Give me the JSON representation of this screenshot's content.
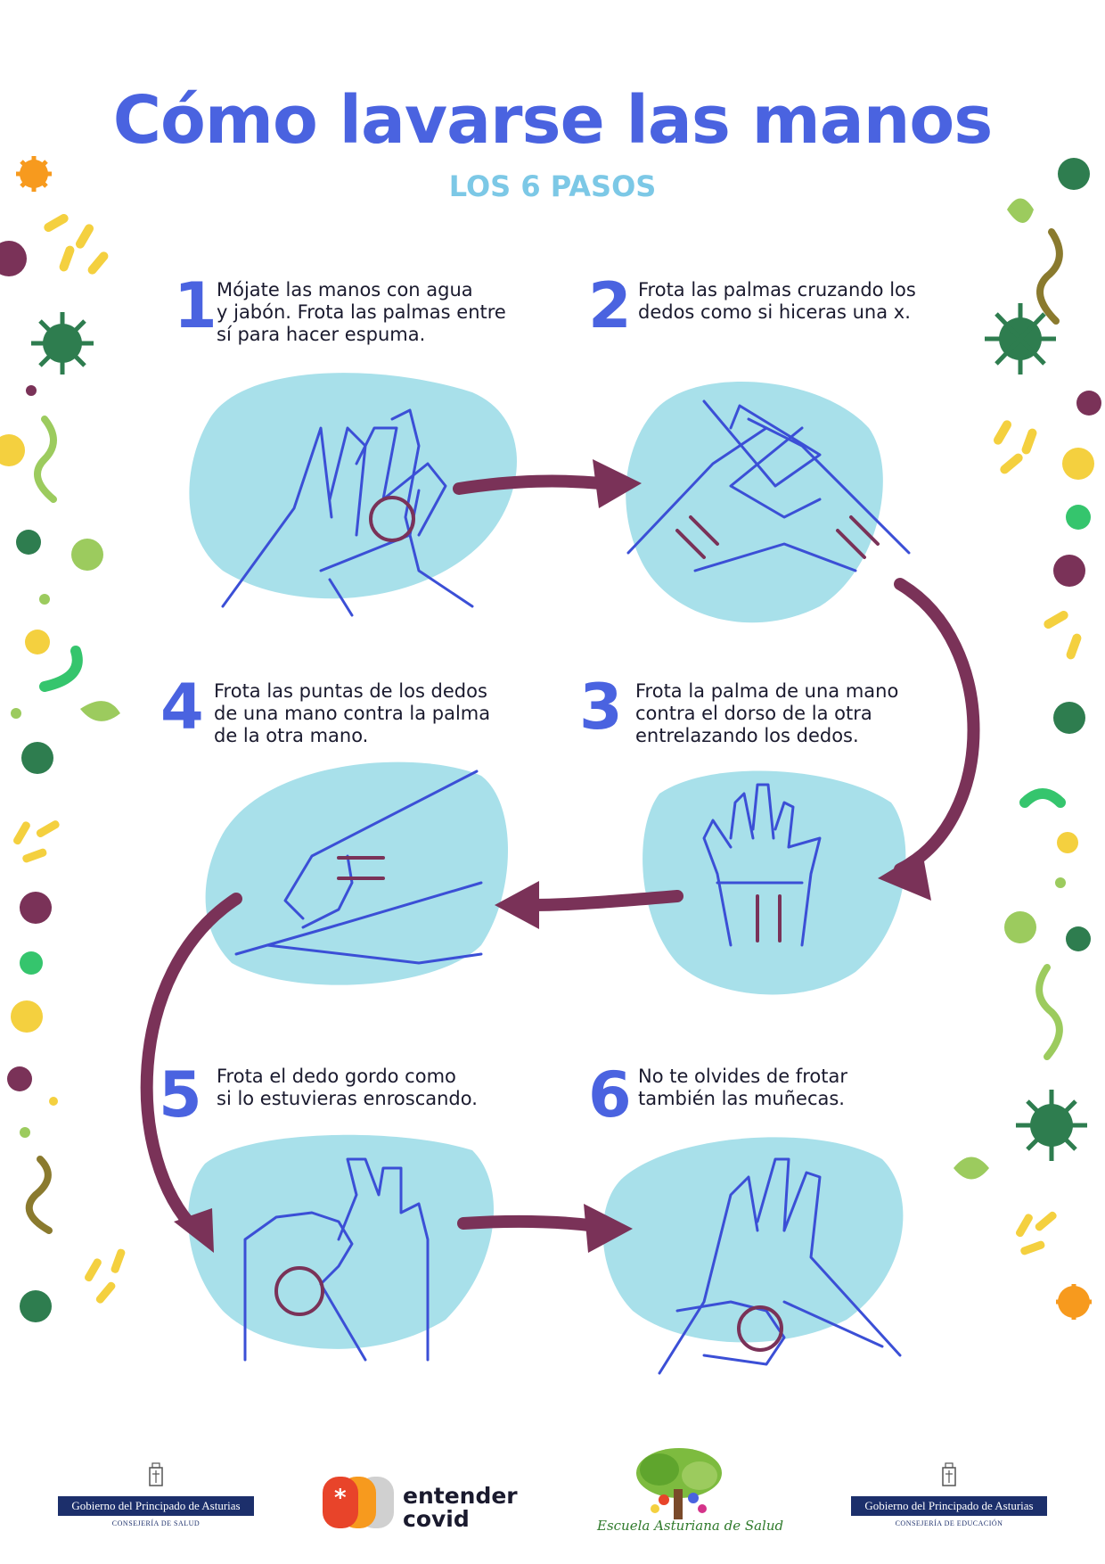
{
  "header": {
    "title": "Cómo lavarse las manos",
    "subtitle": "LOS 6 PASOS"
  },
  "steps": [
    {
      "number": "1",
      "text": "Mójate las manos con agua\ny jabón. Frota las palmas entre\nsí para hacer espuma."
    },
    {
      "number": "2",
      "text": "Frota las palmas cruzando los\ndedos como si hiceras una x."
    },
    {
      "number": "3",
      "text": "Frota la palma de una mano\ncontra el dorso de la otra\nentrelazando los dedos."
    },
    {
      "number": "4",
      "text": "Frota las puntas de los dedos\nde una mano contra la palma\nde la otra mano."
    },
    {
      "number": "5",
      "text": "Frota el dedo gordo como\nsi lo estuvieras enroscando."
    },
    {
      "number": "6",
      "text": "No te olvides de frotar\ntambién las muñecas."
    }
  ],
  "footer": {
    "logo1": {
      "name": "Gobierno del Principado de Asturias",
      "sub": "Consejería de Salud"
    },
    "logo2": {
      "text": "entender\ncovid"
    },
    "logo3": {
      "text": "Escuela Asturiana de Salud"
    },
    "logo4": {
      "name": "Gobierno del Principado de Asturias",
      "sub": "Consejería de Educación"
    }
  },
  "colors": {
    "title": "#4a63e0",
    "subtitle": "#7cc8e6",
    "blob": "#a8e0ea",
    "hand_line": "#3b4fd6",
    "arrow": "#7a3258"
  }
}
